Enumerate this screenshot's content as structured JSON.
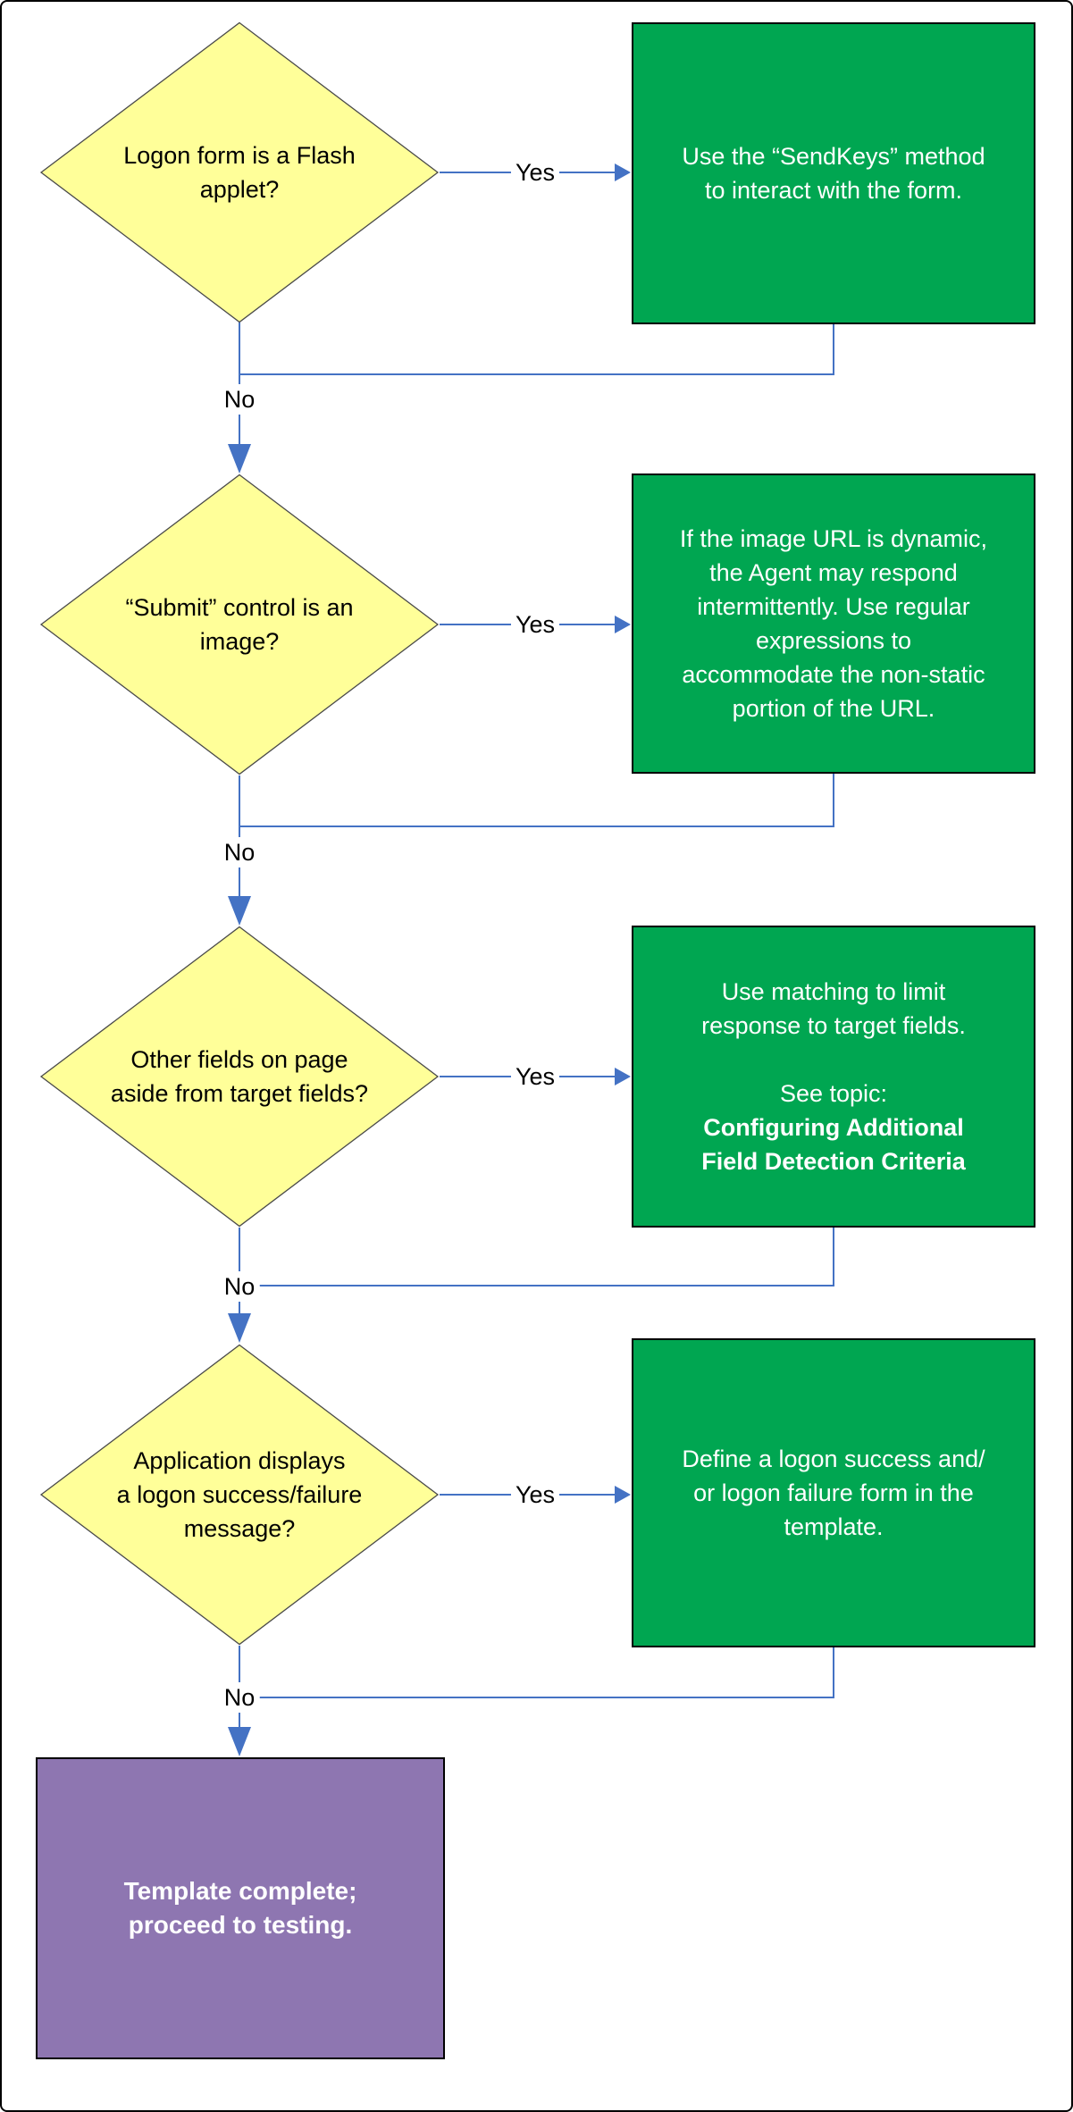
{
  "labels": {
    "yes": "Yes",
    "no": "No"
  },
  "decisions": [
    {
      "text": "Logon form is a Flash\napplet?"
    },
    {
      "text": "“Submit” control is an\nimage?"
    },
    {
      "text": "Other fields on page\naside from target fields?"
    },
    {
      "text": "Application displays\na logon success/failure\nmessage?"
    }
  ],
  "actions": [
    {
      "text": "Use the “SendKeys” method\nto interact with the form."
    },
    {
      "text": "If the image URL is dynamic,\nthe Agent may respond\nintermittently. Use regular\nexpressions to\naccommodate the non-static\nportion of the URL."
    },
    {
      "text": "Use matching to limit\nresponse to target fields.",
      "see_topic_label": "See topic:",
      "topic_name": "Configuring Additional\nField Detection Criteria"
    },
    {
      "text": "Define a logon success and/\nor logon failure form in the\ntemplate."
    }
  ],
  "terminal": {
    "text": "Template complete;\nproceed to testing."
  },
  "colors": {
    "decision_fill": "#FFFF99",
    "decision_border": "#4a4a4a",
    "decision_text": "#000000",
    "action_fill": "#00A651",
    "action_border": "#000000",
    "action_text": "#FFFFFF",
    "terminal_fill": "#8E76B1",
    "terminal_border": "#000000",
    "connector": "#4472C4"
  }
}
